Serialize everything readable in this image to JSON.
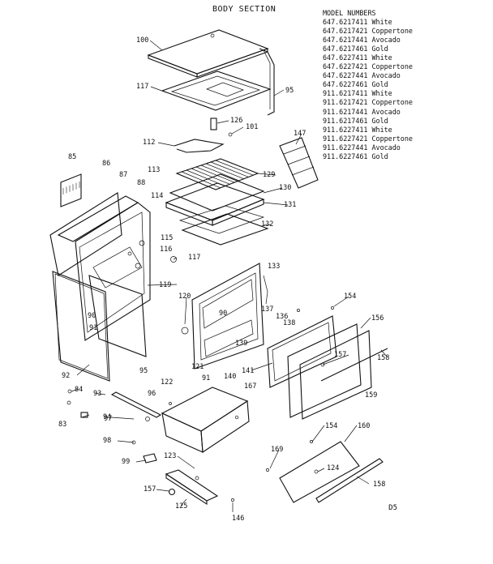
{
  "title": "BODY SECTION",
  "model_numbers": {
    "header": "MODEL NUMBERS",
    "rows": [
      {
        "number": "647.6217411",
        "color": "White"
      },
      {
        "number": "647.6217421",
        "color": "Coppertone"
      },
      {
        "number": "647.6217441",
        "color": "Avocado"
      },
      {
        "number": "647.6217461",
        "color": "Gold"
      },
      {
        "number": "647.6227411",
        "color": "White"
      },
      {
        "number": "647.6227421",
        "color": "Coppertone"
      },
      {
        "number": "647.6227441",
        "color": "Avocado"
      },
      {
        "number": "647.6227461",
        "color": "Gold"
      },
      {
        "number": "911.6217411",
        "color": "White"
      },
      {
        "number": "911.6217421",
        "color": "Coppertone"
      },
      {
        "number": "911.6217441",
        "color": "Avocado"
      },
      {
        "number": "911.6217461",
        "color": "Gold"
      },
      {
        "number": "911.6227411",
        "color": "White"
      },
      {
        "number": "911.6227421",
        "color": "Coppertone"
      },
      {
        "number": "911.6227441",
        "color": "Avocado"
      },
      {
        "number": "911.6227461",
        "color": "Gold"
      }
    ]
  },
  "part_labels": [
    "100",
    "117",
    "95",
    "126",
    "101",
    "147",
    "112",
    "85",
    "86",
    "87",
    "88",
    "113",
    "129",
    "130",
    "131",
    "114",
    "132",
    "115",
    "116",
    "117",
    "133",
    "119",
    "120",
    "90",
    "137",
    "136",
    "138",
    "154",
    "156",
    "90",
    "91",
    "139",
    "141",
    "157",
    "158",
    "92",
    "95",
    "121",
    "91",
    "140",
    "122",
    "167",
    "159",
    "84",
    "93",
    "96",
    "83",
    "94",
    "97",
    "98",
    "160",
    "154",
    "169",
    "99",
    "123",
    "157",
    "124",
    "125",
    "146",
    "158"
  ],
  "page_code": "D5"
}
